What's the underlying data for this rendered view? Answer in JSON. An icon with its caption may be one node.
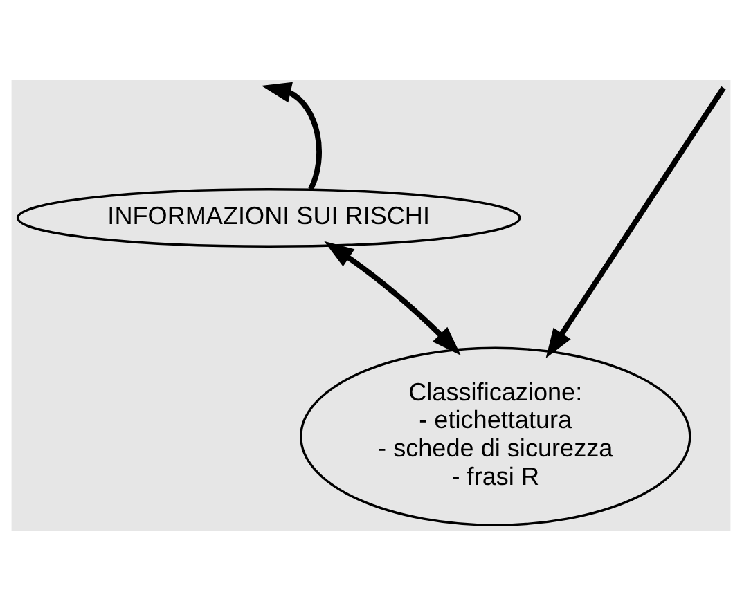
{
  "diagram": {
    "nodes": [
      {
        "text": [
          "Classificazione:",
          "- etichettatura",
          "- schede di sicurezza",
          "- frasi R"
        ]
      },
      {
        "text": [
          "INFORMAZIONI SUI RISCHI"
        ]
      }
    ],
    "edges": [
      {
        "from": null,
        "to": 0,
        "arrow": "to"
      },
      {
        "from": 1,
        "to": null,
        "arrow": "to"
      },
      {
        "from": 0,
        "to": 1,
        "arrow": "both"
      }
    ]
  }
}
